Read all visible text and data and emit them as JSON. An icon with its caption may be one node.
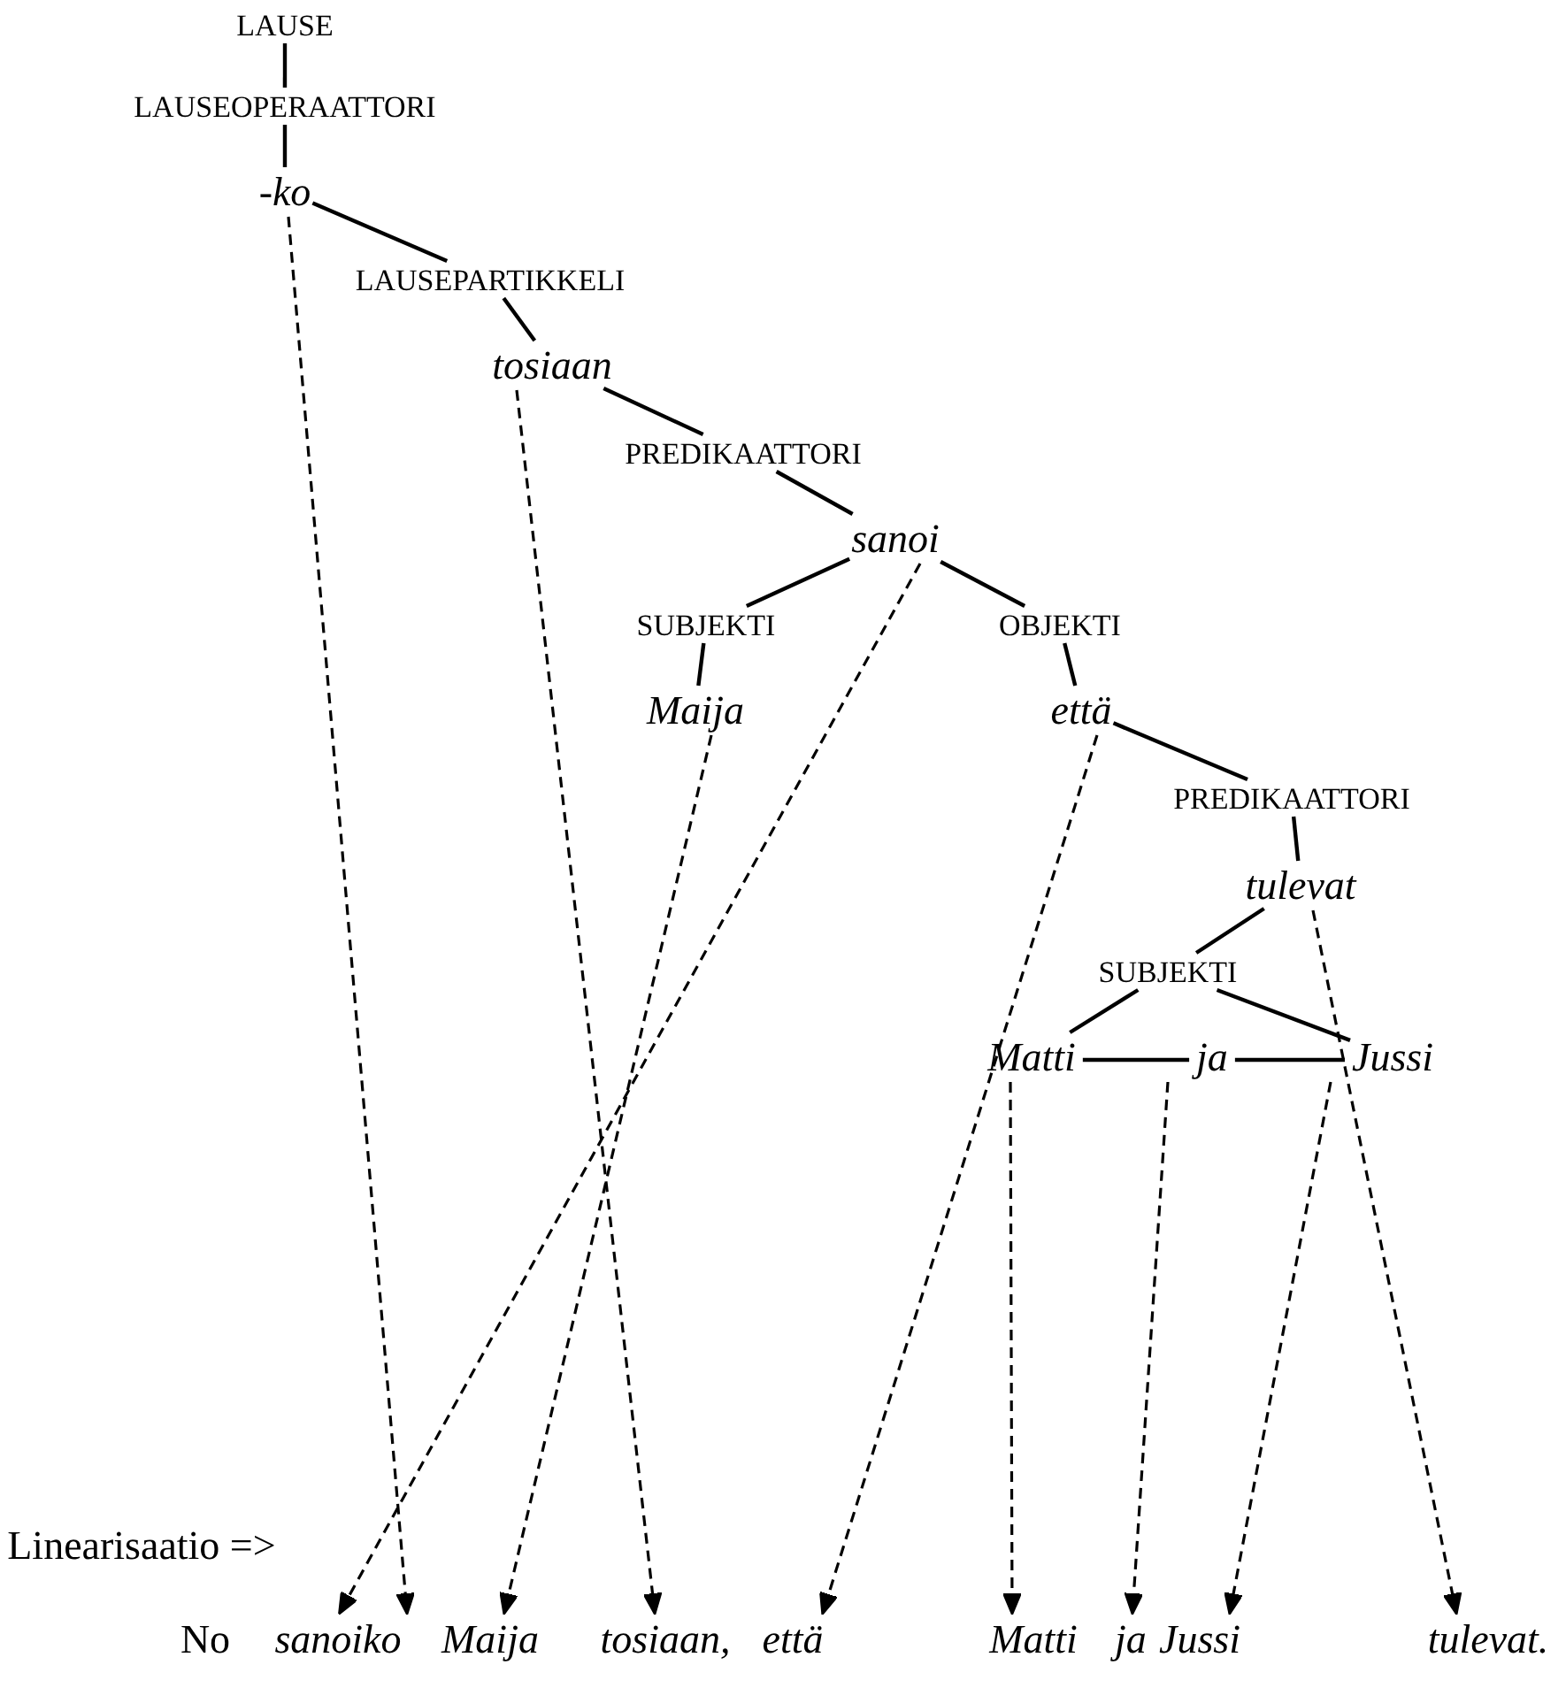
{
  "diagram": {
    "nodes": [
      {
        "text": [
          "LAUSE"
        ]
      },
      {
        "text": [
          "LAUSEOPERAATTORI"
        ]
      },
      {
        "text": [
          "-ko"
        ]
      },
      {
        "text": [
          "LAUSEPARTIKKELI"
        ]
      },
      {
        "text": [
          "tosiaan"
        ]
      },
      {
        "text": [
          "PREDIKAATTORI"
        ]
      },
      {
        "text": [
          "sanoi"
        ]
      },
      {
        "text": [
          "SUBJEKTI"
        ]
      },
      {
        "text": [
          "OBJEKTI"
        ]
      },
      {
        "text": [
          "Maija"
        ]
      },
      {
        "text": [
          "että"
        ]
      },
      {
        "text": [
          "PREDIKAATTORI"
        ]
      },
      {
        "text": [
          "tulevat"
        ]
      },
      {
        "text": [
          "SUBJEKTI"
        ]
      },
      {
        "text": [
          "Matti"
        ]
      },
      {
        "text": [
          "ja"
        ]
      },
      {
        "text": [
          "Jussi"
        ]
      },
      {
        "text": [
          "sanoiko"
        ]
      },
      {
        "text": [
          "Maija"
        ]
      },
      {
        "text": [
          "tosiaan,"
        ]
      },
      {
        "text": [
          "että"
        ]
      },
      {
        "text": [
          "Matti"
        ]
      },
      {
        "text": [
          "ja"
        ]
      },
      {
        "text": [
          "Jussi"
        ]
      },
      {
        "text": [
          "tulevat."
        ]
      }
    ],
    "edges": [
      {
        "from": 0,
        "to": 1,
        "arrow": "none"
      },
      {
        "from": 1,
        "to": 2,
        "arrow": "none"
      },
      {
        "from": 2,
        "to": 3,
        "arrow": "none"
      },
      {
        "from": 3,
        "to": 4,
        "arrow": "none"
      },
      {
        "from": 4,
        "to": 5,
        "arrow": "none"
      },
      {
        "from": 5,
        "to": 6,
        "arrow": "none"
      },
      {
        "from": 6,
        "to": 7,
        "arrow": "none"
      },
      {
        "from": 6,
        "to": 8,
        "arrow": "none"
      },
      {
        "from": 7,
        "to": 9,
        "arrow": "none"
      },
      {
        "from": 8,
        "to": 10,
        "arrow": "none"
      },
      {
        "from": 10,
        "to": 11,
        "arrow": "none"
      },
      {
        "from": 11,
        "to": 12,
        "arrow": "none"
      },
      {
        "from": 12,
        "to": 13,
        "arrow": "none"
      },
      {
        "from": 13,
        "to": 14,
        "arrow": "none"
      },
      {
        "from": 13,
        "to": 16,
        "arrow": "none"
      },
      {
        "from": 14,
        "to": 15,
        "arrow": "none"
      },
      {
        "from": 15,
        "to": 16,
        "arrow": "none"
      },
      {
        "from": 2,
        "to": 17,
        "arrow": "to",
        "style": "dashed"
      },
      {
        "from": 4,
        "to": 19,
        "arrow": "to",
        "style": "dashed"
      },
      {
        "from": 6,
        "to": 17,
        "arrow": "to",
        "style": "dashed"
      },
      {
        "from": 9,
        "to": 18,
        "arrow": "to",
        "style": "dashed"
      },
      {
        "from": 10,
        "to": 20,
        "arrow": "to",
        "style": "dashed"
      },
      {
        "from": 12,
        "to": 24,
        "arrow": "to",
        "style": "dashed"
      },
      {
        "from": 14,
        "to": 21,
        "arrow": "to",
        "style": "dashed"
      },
      {
        "from": 15,
        "to": 22,
        "arrow": "to",
        "style": "dashed"
      },
      {
        "from": 16,
        "to": 23,
        "arrow": "to",
        "style": "dashed"
      }
    ],
    "labels": [
      "Linearisaatio =>",
      "No"
    ]
  }
}
